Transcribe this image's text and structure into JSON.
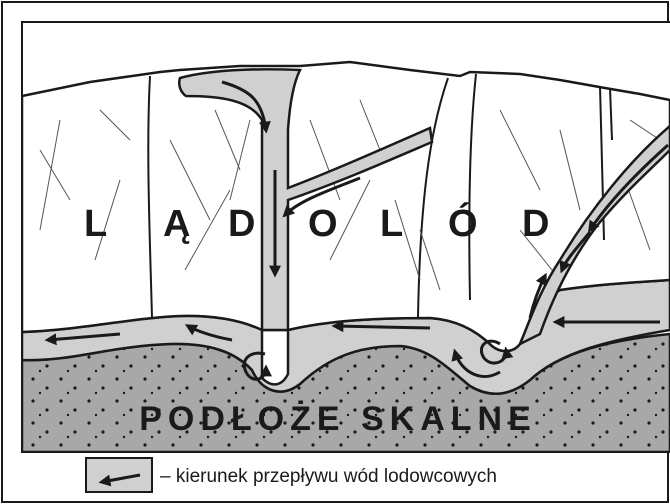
{
  "diagram": {
    "ice_label": "LĄDOLÓD",
    "ice_letters": [
      "L",
      "Ą",
      "D",
      "O",
      "L",
      "Ó",
      "D"
    ],
    "bedrock_label": "PODŁOŻE SKALNE",
    "legend_text": "– kierunek przepływu wód lodowcowych",
    "colors": {
      "ice": "#ffffff",
      "meltwater": "#d0d0d0",
      "bedrock": "#a8a8a8",
      "outline": "#1a1a1a"
    }
  }
}
